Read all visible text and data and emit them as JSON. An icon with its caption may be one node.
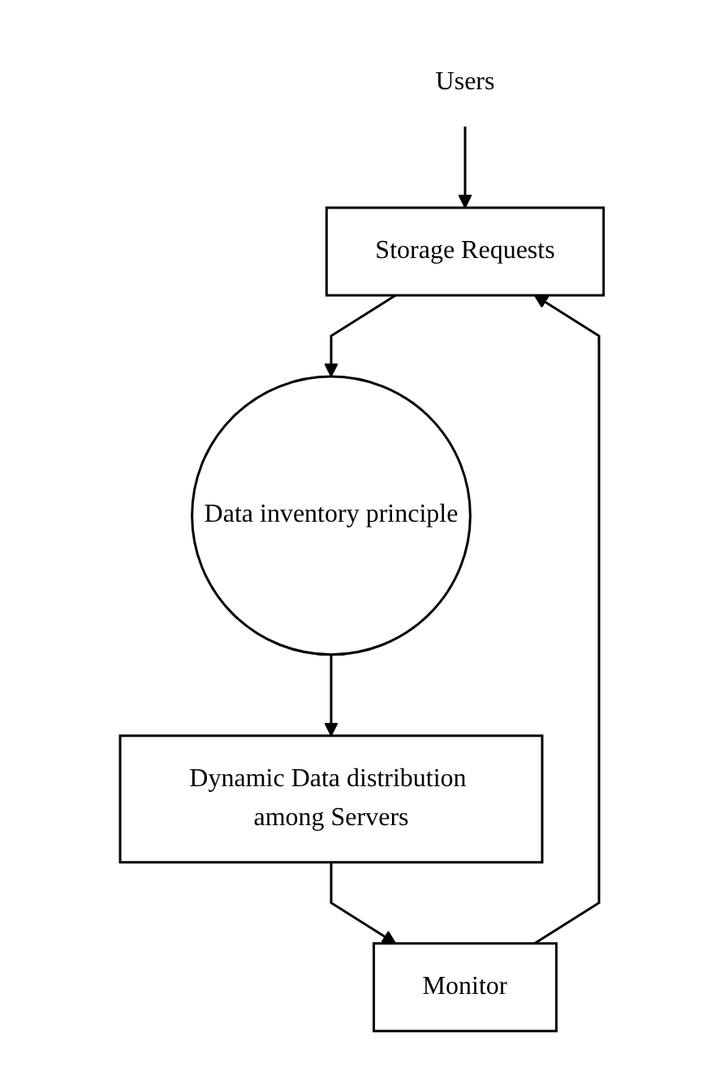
{
  "diagram": {
    "nodes": [
      {
        "text": [
          "Users"
        ]
      },
      {
        "text": [
          "Storage Requests"
        ]
      },
      {
        "text": [
          "Data inventory principle"
        ]
      },
      {
        "text": [
          "Dynamic Data distribution among Servers"
        ]
      },
      {
        "text": [
          "Monitor"
        ]
      }
    ],
    "edges": [
      {
        "from": 0,
        "to": 1,
        "arrow": "to"
      },
      {
        "from": 1,
        "to": 2,
        "arrow": "to"
      },
      {
        "from": 2,
        "to": 3,
        "arrow": "to"
      },
      {
        "from": 3,
        "to": 4,
        "arrow": "to"
      },
      {
        "from": 4,
        "to": 1,
        "arrow": "to"
      }
    ]
  }
}
